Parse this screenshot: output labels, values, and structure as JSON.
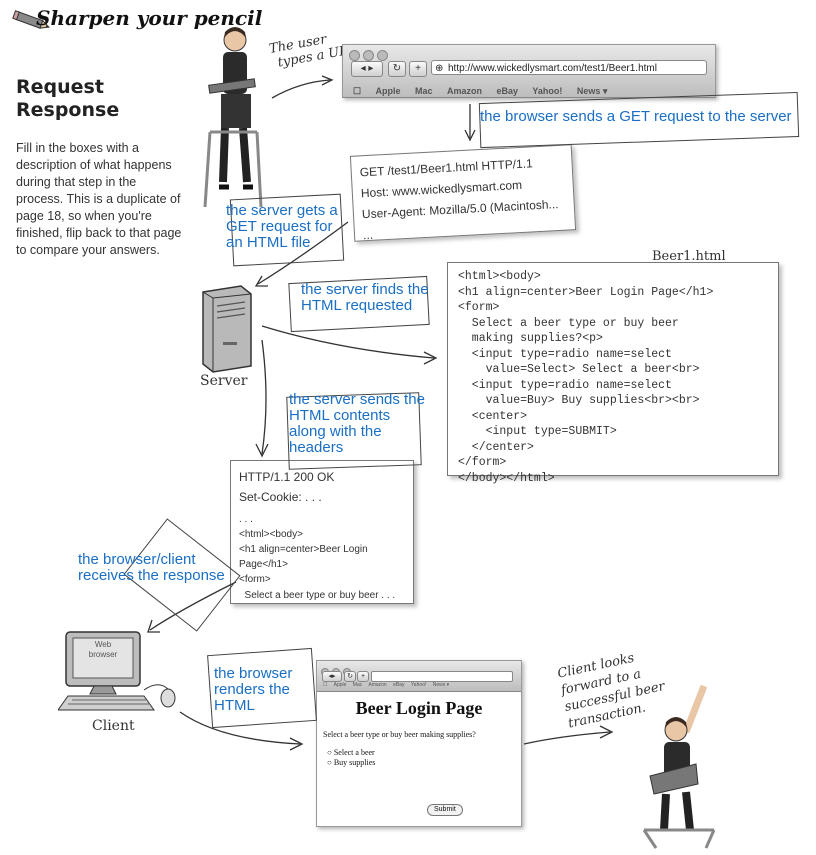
{
  "header": {
    "badge": "Sharpen your pencil",
    "title_line1": "Request",
    "title_line2": "Response",
    "instructions": "Fill in the boxes with a description of what happens during that step in the process. This is a duplicate of page 18, so when you're finished, flip back to that page to compare your answers."
  },
  "user_note": [
    "The user",
    "types a URL."
  ],
  "browser_top": {
    "url": "http://www.wickedlysmart.com/test1/Beer1.html",
    "bookmarks": [
      "Apple",
      "Mac",
      "Amazon",
      "eBay",
      "Yahoo!",
      "News ▾"
    ]
  },
  "answers": {
    "a1": "the browser sends a GET request to the server",
    "a2": [
      "the server gets a",
      "GET request for",
      "an HTML file"
    ],
    "a3": [
      "the server finds the",
      "HTML requested"
    ],
    "a4": [
      "the server sends the",
      "HTML contents",
      "along with the",
      "headers"
    ],
    "a5": [
      "the browser/client",
      "receives the response"
    ],
    "a6": [
      "the browser",
      "renders the",
      "HTML"
    ]
  },
  "request_card": {
    "lines": [
      "GET /test1/Beer1.html HTTP/1.1",
      "Host: www.wickedlysmart.com",
      "User-Agent: Mozilla/5.0 (Macintosh...",
      "..."
    ]
  },
  "file_card": {
    "filename": "Beer1.html",
    "code": [
      "<html><body>",
      "<h1 align=center>Beer Login Page</h1>",
      "<form>",
      "  Select a beer type or buy beer",
      "  making supplies?<p>",
      "  <input type=radio name=select",
      "    value=Select> Select a beer<br>",
      "  <input type=radio name=select",
      "    value=Buy> Buy supplies<br><br>",
      "  <center>",
      "    <input type=SUBMIT>",
      "  </center>",
      "</form>",
      "</body></html>"
    ]
  },
  "server_label": "Server",
  "response_card": {
    "lines": [
      "HTTP/1.1 200 OK",
      "Set-Cookie: . . .",
      ". . .",
      "<html><body>",
      "<h1 align=center>Beer Login Page</h1>",
      "<form>",
      "  Select a beer type or buy beer . . ."
    ]
  },
  "client": {
    "screen_text": [
      "Web",
      "browser"
    ],
    "label": "Client"
  },
  "rendered_page": {
    "title": "Beer Login Page",
    "question": "Select a beer type or buy beer making supplies?",
    "options": [
      "Select a beer",
      "Buy supplies"
    ],
    "submit": "Submit",
    "bookmarks": [
      "Apple",
      "Mac",
      "Amazon",
      "eBay",
      "Yahoo!",
      "News ▾"
    ]
  },
  "client_note": [
    "Client looks",
    "forward to a",
    "successful beer",
    "transaction."
  ]
}
